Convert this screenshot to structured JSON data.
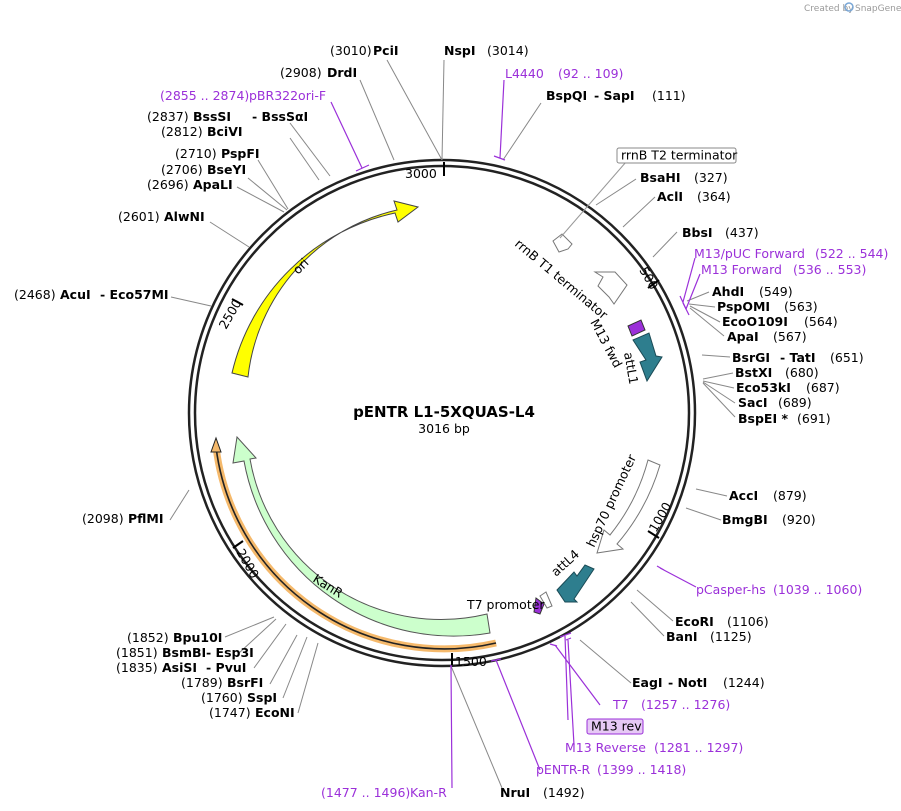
{
  "credit": {
    "prefix": "Created by",
    "brand": "SnapGene"
  },
  "plasmid": {
    "name": "pENTR L1-5XQUAS-L4",
    "length": "3016 bp"
  },
  "ticks": [
    "500",
    "1000",
    "1500",
    "2000",
    "2500",
    "3000"
  ],
  "features": {
    "rrnb_t2": "rrnB T2 terminator",
    "rrnb_t1": "rrnB T1 terminator",
    "m13fwd": "M13 fwd",
    "attl1": "attL1",
    "hsp70": "hsp70 promoter",
    "attl4": "attL4",
    "t7prom": "T7 promoter",
    "kanr": "KanR",
    "ori": "ori"
  },
  "sites": {
    "pcii": {
      "name": "PciI",
      "pos": "(3010)"
    },
    "nspi": {
      "name": "NspI",
      "pos": "(3014)"
    },
    "drdi": {
      "name": "DrdI",
      "pos": "(2908)"
    },
    "bssi": {
      "name": "BssSI",
      "name2": "BssSαI",
      "pos": "(2837)"
    },
    "bcivi": {
      "name": "BciVI",
      "pos": "(2812)"
    },
    "pspfi": {
      "name": "PspFI",
      "pos": "(2710)"
    },
    "bseyi": {
      "name": "BseYI",
      "pos": "(2706)"
    },
    "apali": {
      "name": "ApaLI",
      "pos": "(2696)"
    },
    "alwni": {
      "name": "AlwNI",
      "pos": "(2601)"
    },
    "acui": {
      "name": "AcuI",
      "name2": "Eco57MI",
      "pos": "(2468)"
    },
    "pflmi": {
      "name": "PflMI",
      "pos": "(2098)"
    },
    "bpu10i": {
      "name": "Bpu10I",
      "pos": "(1852)"
    },
    "bsmbi": {
      "name": "BsmBI",
      "name2": "Esp3I",
      "pos": "(1851)"
    },
    "asisi": {
      "name": "AsiSI",
      "name2": "PvuI",
      "pos": "(1835)"
    },
    "bsrfi": {
      "name": "BsrFI",
      "pos": "(1789)"
    },
    "sspi": {
      "name": "SspI",
      "pos": "(1760)"
    },
    "econi": {
      "name": "EcoNI",
      "pos": "(1747)"
    },
    "nrui": {
      "name": "NruI",
      "pos": "(1492)"
    },
    "bspqi": {
      "name": "BspQI",
      "name2": "SapI",
      "pos": "(111)"
    },
    "bsahi": {
      "name": "BsaHI",
      "pos": "(327)"
    },
    "acli": {
      "name": "AclI",
      "pos": "(364)"
    },
    "bbsi": {
      "name": "BbsI",
      "pos": "(437)"
    },
    "ahdi": {
      "name": "AhdI",
      "pos": "(549)"
    },
    "pspomi": {
      "name": "PspOMI",
      "pos": "(563)"
    },
    "eco109": {
      "name": "EcoO109I",
      "pos": "(564)"
    },
    "apai": {
      "name": "ApaI",
      "pos": "(567)"
    },
    "bsrgi": {
      "name": "BsrGI",
      "name2": "TatI",
      "pos": "(651)"
    },
    "bstxi": {
      "name": "BstXI",
      "pos": "(680)"
    },
    "eco53ki": {
      "name": "Eco53kI",
      "pos": "(687)"
    },
    "saci": {
      "name": "SacI",
      "pos": "(689)"
    },
    "bspei": {
      "name": "BspEI",
      "mark": "*",
      "pos": "(691)"
    },
    "acci": {
      "name": "AccI",
      "pos": "(879)"
    },
    "bmgbi": {
      "name": "BmgBI",
      "pos": "(920)"
    },
    "ecori": {
      "name": "EcoRI",
      "pos": "(1106)"
    },
    "bani": {
      "name": "BanI",
      "pos": "(1125)"
    },
    "eagi": {
      "name": "EagI",
      "name2": "NotI",
      "pos": "(1244)"
    }
  },
  "primers": {
    "l4440": {
      "name": "L4440",
      "range": "(92 .. 109)"
    },
    "pbr322": {
      "name": "pBR322ori-F",
      "range": "(2855 .. 2874)"
    },
    "m13puc": {
      "name": "M13/pUC Forward",
      "range": "(522 .. 544)"
    },
    "m13f": {
      "name": "M13 Forward",
      "range": "(536 .. 553)"
    },
    "pcasper": {
      "name": "pCasper-hs",
      "range": "(1039 .. 1060)"
    },
    "t7": {
      "name": "T7",
      "range": "(1257 .. 1276)"
    },
    "m13rev": {
      "name": "M13 rev"
    },
    "m13reverse": {
      "name": "M13 Reverse",
      "range": "(1281 .. 1297)"
    },
    "pentrr": {
      "name": "pENTR-R",
      "range": "(1399 .. 1418)"
    },
    "kanr": {
      "name": "Kan-R",
      "range": "(1477 .. 1496)"
    }
  },
  "colors": {
    "primer": "#9b30d9",
    "ori": "#ffff00",
    "kanr": "#ccffcc",
    "att": "#2e7e8e",
    "backbone": "#222222"
  }
}
